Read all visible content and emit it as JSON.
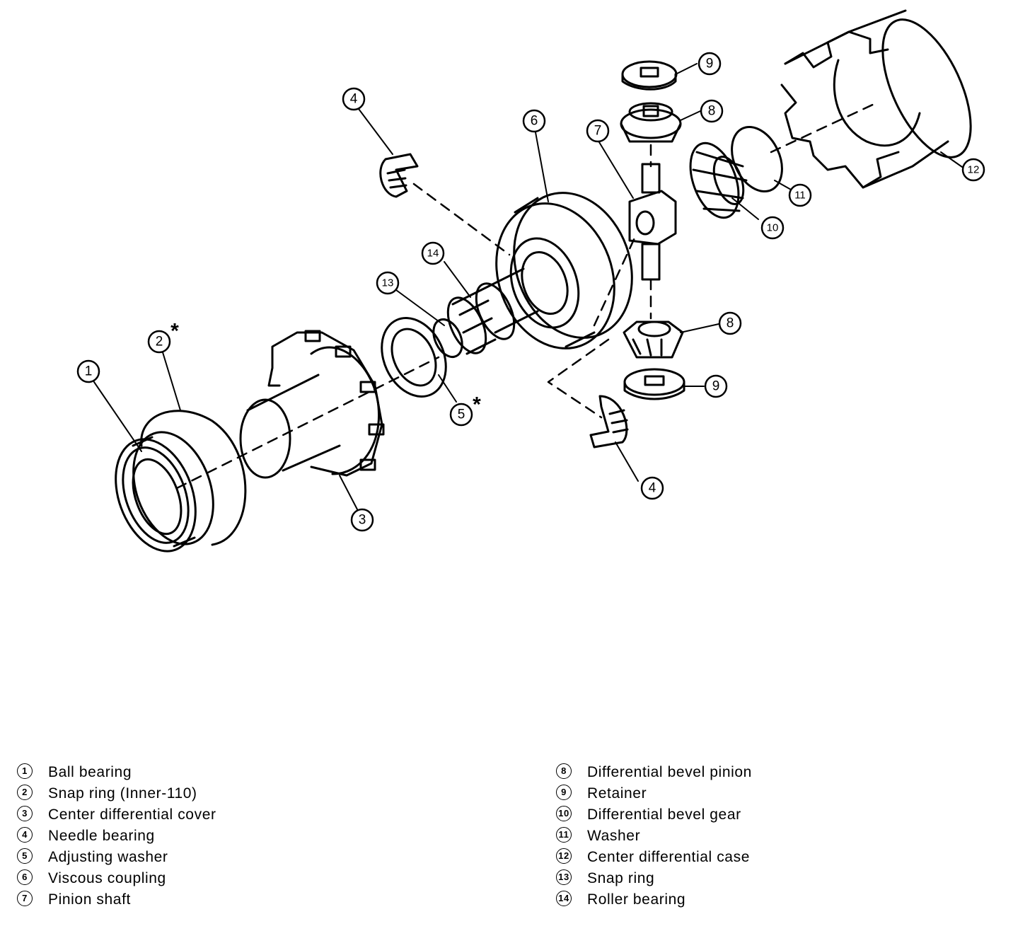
{
  "callouts": {
    "c1": "1",
    "c2": "2",
    "c3": "3",
    "c4a": "4",
    "c4b": "4",
    "c5": "5",
    "c6": "6",
    "c7": "7",
    "c8a": "8",
    "c8b": "8",
    "c9a": "9",
    "c9b": "9",
    "c10": "10",
    "c11": "11",
    "c12": "12",
    "c13": "13",
    "c14": "14",
    "star2": "*",
    "star5": "*"
  },
  "legend": {
    "left": [
      {
        "num": "1",
        "label": "Ball bearing"
      },
      {
        "num": "2",
        "label": "Snap ring (Inner-110)"
      },
      {
        "num": "3",
        "label": "Center differential cover"
      },
      {
        "num": "4",
        "label": "Needle bearing"
      },
      {
        "num": "5",
        "label": "Adjusting washer"
      },
      {
        "num": "6",
        "label": "Viscous coupling"
      },
      {
        "num": "7",
        "label": "Pinion shaft"
      }
    ],
    "right": [
      {
        "num": "8",
        "label": "Differential bevel pinion"
      },
      {
        "num": "9",
        "label": "Retainer"
      },
      {
        "num": "10",
        "label": "Differential bevel gear"
      },
      {
        "num": "11",
        "label": "Washer"
      },
      {
        "num": "12",
        "label": "Center differential case"
      },
      {
        "num": "13",
        "label": "Snap ring"
      },
      {
        "num": "14",
        "label": "Roller bearing"
      }
    ]
  }
}
